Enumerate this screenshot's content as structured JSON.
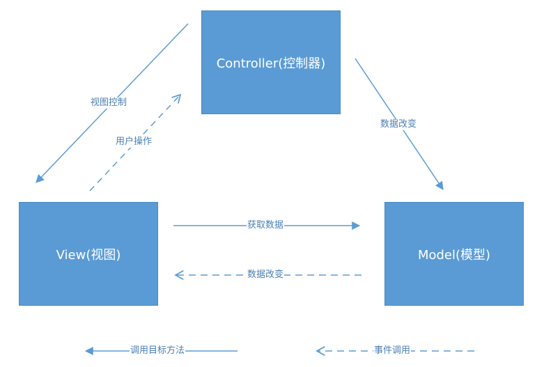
{
  "colors": {
    "box_fill": "#5b9bd5",
    "line": "#5b9bd5",
    "label_text": "#4a7fb5",
    "box_text": "#ffffff"
  },
  "nodes": {
    "controller": "Controller(控制器)",
    "view": "View(视图)",
    "model": "Model(模型)"
  },
  "edges": {
    "view_control": "视图控制",
    "user_action": "用户操作",
    "controller_data_change": "数据改变",
    "fetch_data": "获取数据",
    "model_data_change": "数据改变"
  },
  "legend": {
    "call_method": "调用目标方法",
    "event_call": "事件调用"
  }
}
